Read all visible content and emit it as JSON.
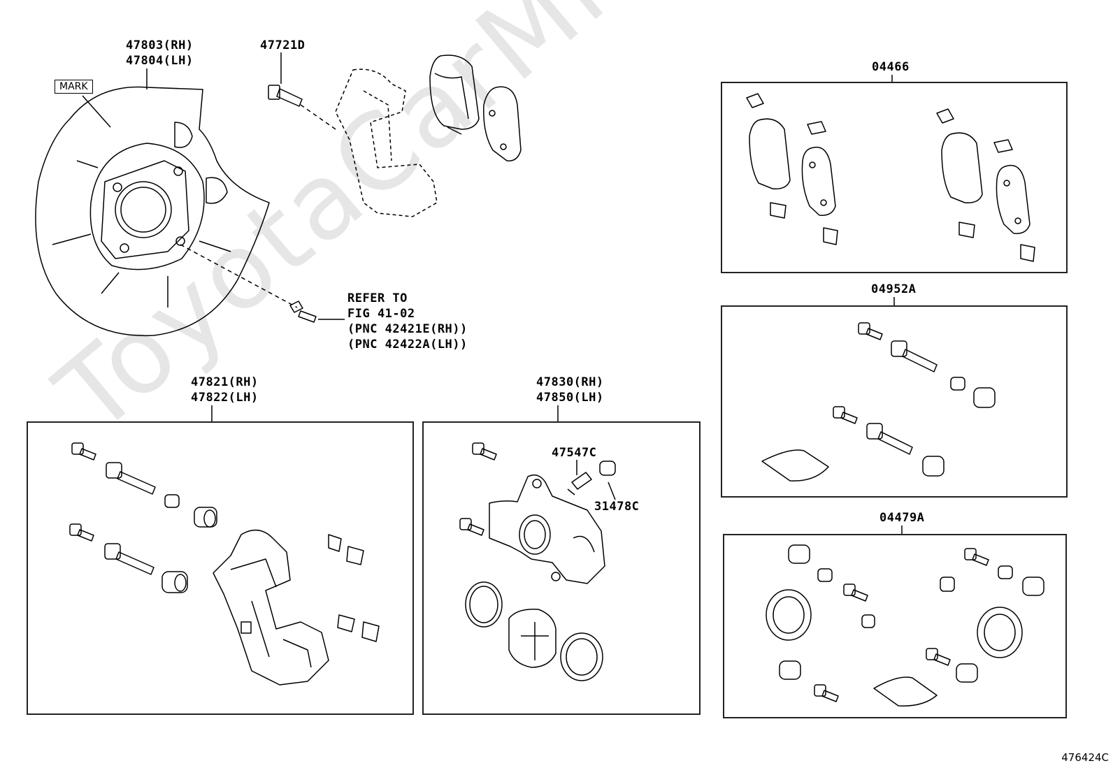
{
  "watermark": "ToyotaCarMine.ru",
  "diagram_code": "476424C",
  "labels": {
    "shield_rh": "47803(RH)",
    "shield_lh": "47804(LH)",
    "mark": "MARK",
    "bolt": "47721D",
    "refer_1": "REFER TO",
    "refer_2": "FIG 41-02",
    "refer_3": "(PNC 42421E(RH))",
    "refer_4": "(PNC 42422A(LH))",
    "mount_rh": "47821(RH)",
    "mount_lh": "47822(LH)",
    "caliper_rh": "47830(RH)",
    "caliper_lh": "47850(LH)",
    "bleeder": "47547C",
    "cap": "31478C",
    "pad_kit": "04466",
    "slide_kit": "04952A",
    "seal_kit": "04479A"
  }
}
